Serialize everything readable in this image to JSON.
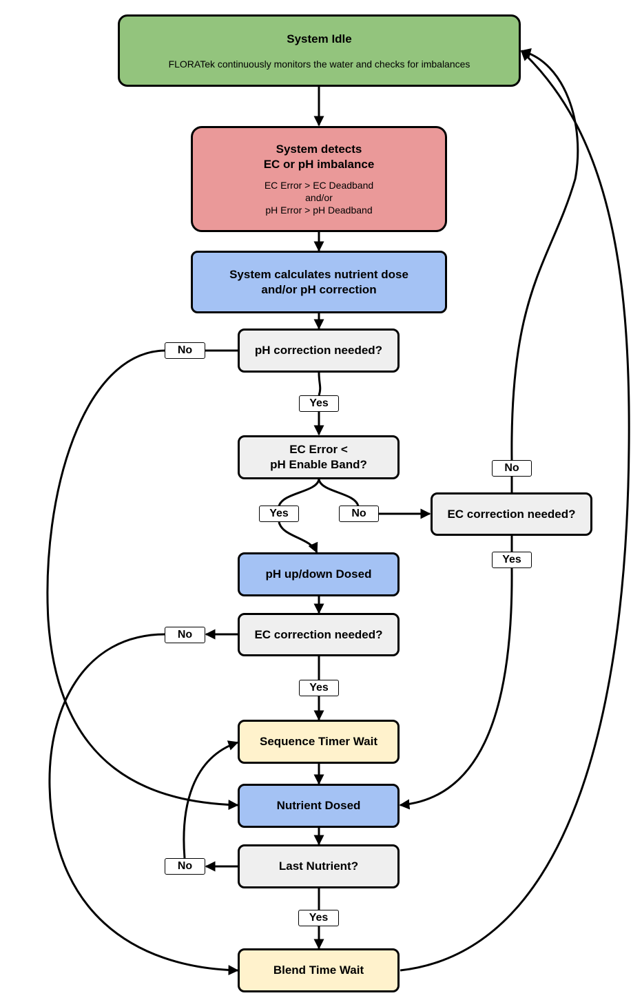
{
  "nodes": {
    "idle": {
      "title": "System Idle",
      "desc": "FLORATek continuously monitors the water and checks for imbalances"
    },
    "detect": {
      "title": "System detects\nEC or pH imbalance",
      "desc": "EC Error > EC Deadband\nand/or\npH Error > pH Deadband"
    },
    "calculate": {
      "title": "System calculates nutrient dose\nand/or pH correction"
    },
    "ph_needed": {
      "title": "pH correction needed?"
    },
    "ec_band": {
      "title": "EC Error <\npH Enable Band?"
    },
    "ec_needed_right": {
      "title": "EC correction needed?"
    },
    "ph_dosed": {
      "title": "pH up/down Dosed"
    },
    "ec_needed": {
      "title": "EC correction needed?"
    },
    "seq_wait": {
      "title": "Sequence Timer Wait"
    },
    "nutrient_dosed": {
      "title": "Nutrient Dosed"
    },
    "last_nutrient": {
      "title": "Last Nutrient?"
    },
    "blend_wait": {
      "title": "Blend Time Wait"
    }
  },
  "labels": {
    "ph_no": "No",
    "ph_yes": "Yes",
    "band_yes": "Yes",
    "band_no": "No",
    "ecr_no": "No",
    "ecr_yes": "Yes",
    "ec_no": "No",
    "ec_yes": "Yes",
    "last_no": "No",
    "last_yes": "Yes"
  },
  "colors": {
    "idle": "#93c47d",
    "detect": "#ea9999",
    "action": "#a4c2f4",
    "decision": "#efefef",
    "wait": "#fff2cc",
    "stroke": "#000000"
  }
}
